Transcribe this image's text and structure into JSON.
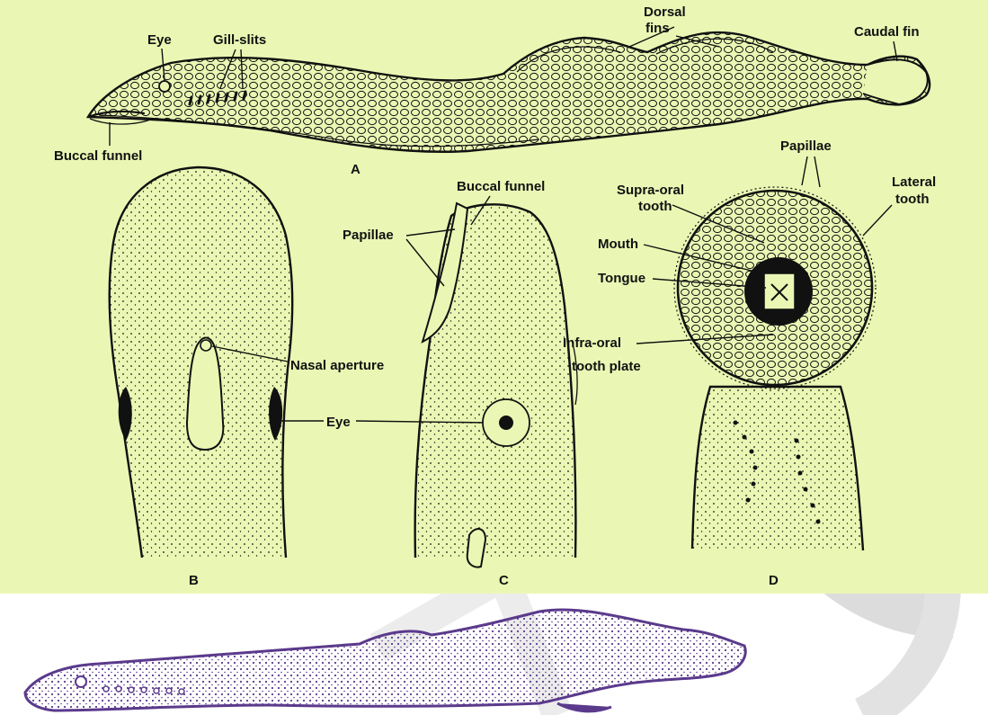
{
  "colors": {
    "panel_background": "#eaf7b4",
    "ink": "#111111",
    "larva_purple": "#5b3a8c",
    "watermark_gray": "#dcdcdc"
  },
  "labels": {
    "eye_a": "Eye",
    "gill_slits": "Gill-slits",
    "dorsal": "Dorsal",
    "fins": "fins",
    "caudal_fin": "Caudal fin",
    "buccal_funnel_a": "Buccal funnel",
    "nasal_aperture": "Nasal aperture",
    "eye_bc": "Eye",
    "buccal_funnel_c": "Buccal funnel",
    "papillae_c": "Papillae",
    "papillae_d": "Papillae",
    "supra_oral": "Supra-oral",
    "supra_oral_tooth": "tooth",
    "lateral": "Lateral",
    "lateral_tooth": "tooth",
    "mouth": "Mouth",
    "tongue": "Tongue",
    "infra_oral": "Infra-oral",
    "infra_oral_plate": "tooth plate"
  },
  "panels": {
    "a": "A",
    "b": "B",
    "c": "C",
    "d": "D"
  },
  "icons": {
    "watermark": "circular-arc-watermark",
    "larva": "ammocoete-larva-silhouette"
  }
}
